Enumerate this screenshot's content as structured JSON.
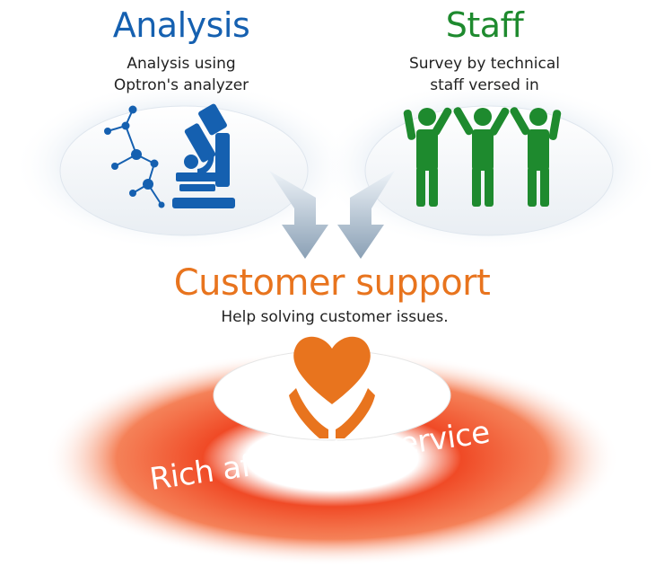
{
  "colors": {
    "analysis": "#1560b0",
    "staff": "#1e8a2e",
    "support": "#e8741e",
    "service_glow": "#e8401a"
  },
  "analysis": {
    "title": "Analysis",
    "subtitle_line1": "Analysis using",
    "subtitle_line2": "Optron's analyzer",
    "icon": "microscope-molecule-icon"
  },
  "staff": {
    "title": "Staff",
    "subtitle_line1": "Survey by technical",
    "subtitle_line2": "staff versed in",
    "icon": "team-people-icon"
  },
  "support": {
    "title": "Customer support",
    "subtitle": "Help solving customer issues.",
    "icon": "heart-in-hands-icon"
  },
  "service": {
    "label": "Rich after-sales service"
  }
}
